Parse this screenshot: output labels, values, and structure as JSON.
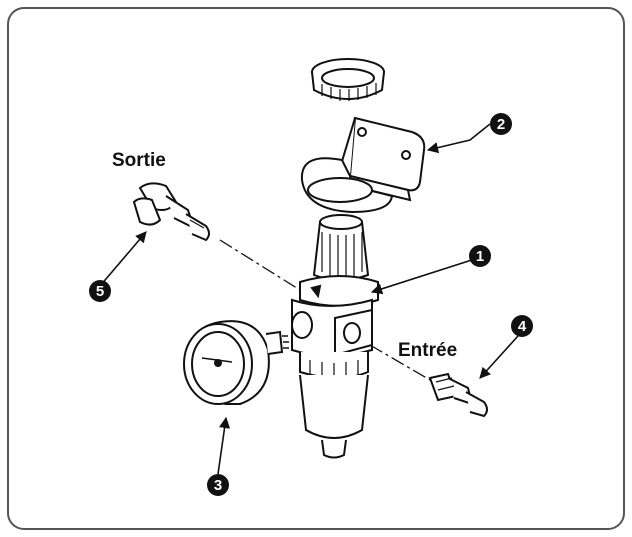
{
  "diagram": {
    "labels": {
      "outlet": "Sortie",
      "inlet": "Entrée"
    },
    "callouts": [
      {
        "id": "1"
      },
      {
        "id": "2"
      },
      {
        "id": "3"
      },
      {
        "id": "4"
      },
      {
        "id": "5"
      }
    ]
  }
}
